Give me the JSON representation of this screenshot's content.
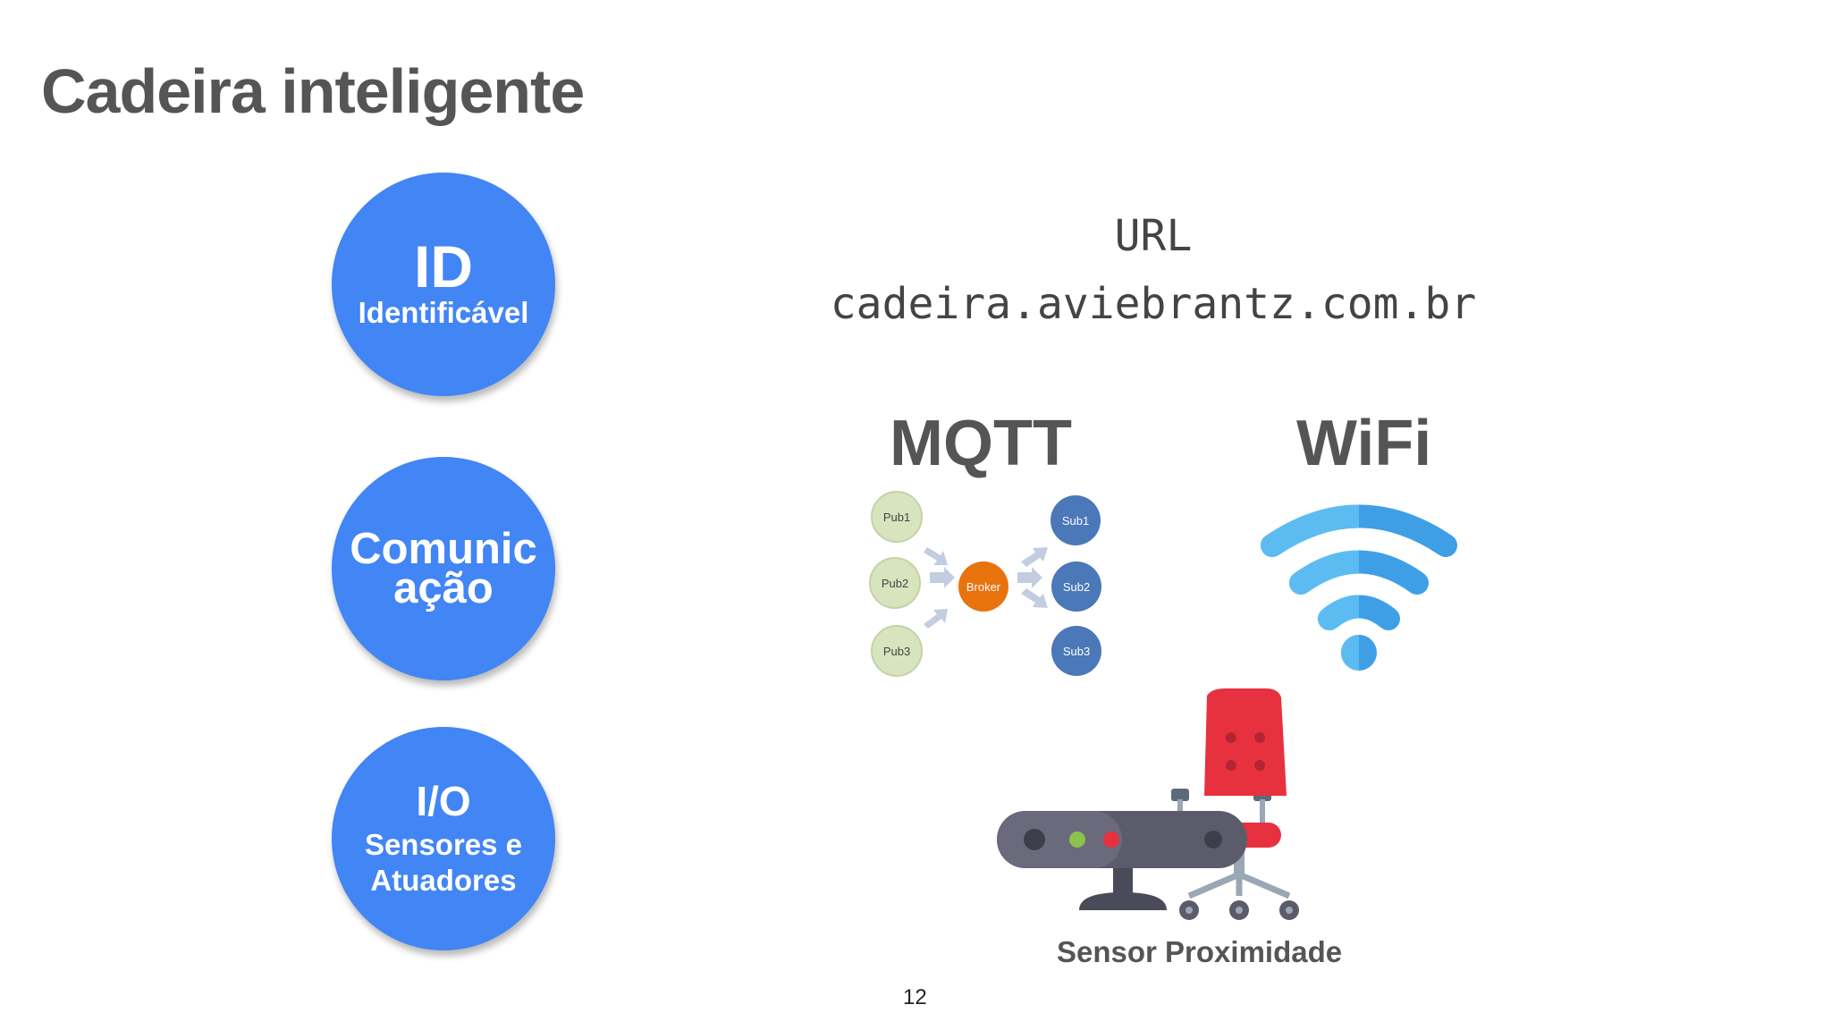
{
  "slide": {
    "title": "Cadeira inteligente",
    "page_number": "12"
  },
  "circles": [
    {
      "main": "ID",
      "sub": "Identificável"
    },
    {
      "main_line1": "Comunic",
      "main_line2": "ação"
    },
    {
      "main": "I/O",
      "sub_line1": "Sensores e",
      "sub_line2": "Atuadores"
    }
  ],
  "url": {
    "label": "URL",
    "value": "cadeira.aviebrantz.com.br"
  },
  "mqtt": {
    "heading": "MQTT",
    "publishers": [
      "Pub1",
      "Pub2",
      "Pub3"
    ],
    "broker": "Broker",
    "subscribers": [
      "Sub1",
      "Sub2",
      "Sub3"
    ]
  },
  "wifi": {
    "heading": "WiFi"
  },
  "sensor": {
    "caption": "Sensor Proximidade"
  },
  "colors": {
    "circle_blue": "#4285f4",
    "title_gray": "#555555",
    "wifi_blue": "#4aa8ea",
    "broker_orange": "#e8730d",
    "pub_green": "#d8e4be",
    "sub_blue": "#4a78b8",
    "chair_red": "#e8313f",
    "sensor_gray": "#5b5b6b"
  }
}
